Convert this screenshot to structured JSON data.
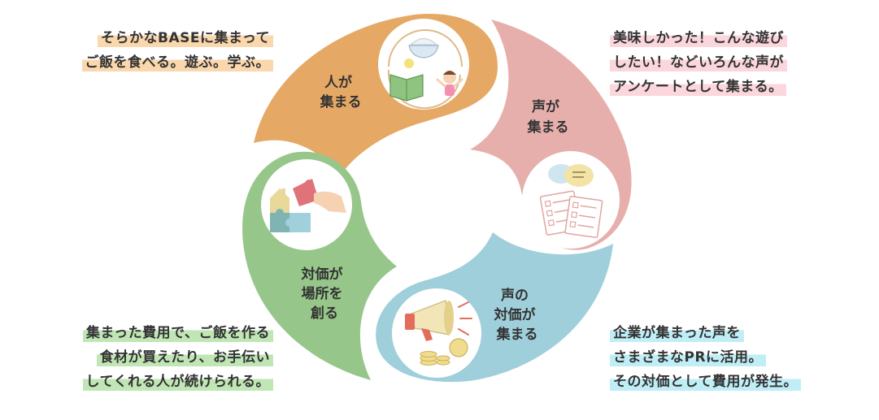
{
  "notes": {
    "top_left": {
      "lines": [
        "そらかなBASEに集まって",
        "ご飯を食べる。遊ぶ。学ぶ。"
      ],
      "highlight": "#fbd7ae"
    },
    "top_right": {
      "lines": [
        "美味しかった！こんな遊び",
        "したい！などいろんな声が",
        "アンケートとして集まる。"
      ],
      "highlight": "#fbd6dc"
    },
    "bottom_left": {
      "lines": [
        "集まった費用で、ご飯を作る",
        "食材が買えたり、お手伝い",
        "してくれる人が続けられる。"
      ],
      "highlight": "#bfe6b4"
    },
    "bottom_right": {
      "lines": [
        "企業が集まった声を",
        "さまざまなPRに活用。",
        "その対価として費用が発生。"
      ],
      "highlight": "#bfeef6"
    }
  },
  "cycle": {
    "people": {
      "label_lines": [
        "人が",
        "集まる"
      ],
      "color": "#e6a865",
      "icon": "rice-bowl-book-child-icon"
    },
    "voices": {
      "label_lines": [
        "声が",
        "集まる"
      ],
      "color": "#e6afab",
      "icon": "survey-speech-icon"
    },
    "value": {
      "label_lines": [
        "声の",
        "対価が",
        "集まる"
      ],
      "color": "#9fcfda",
      "icon": "megaphone-coins-icon"
    },
    "place": {
      "label_lines": [
        "対価が",
        "場所を",
        "創る"
      ],
      "color": "#97c68a",
      "icon": "puzzle-house-icon"
    }
  }
}
